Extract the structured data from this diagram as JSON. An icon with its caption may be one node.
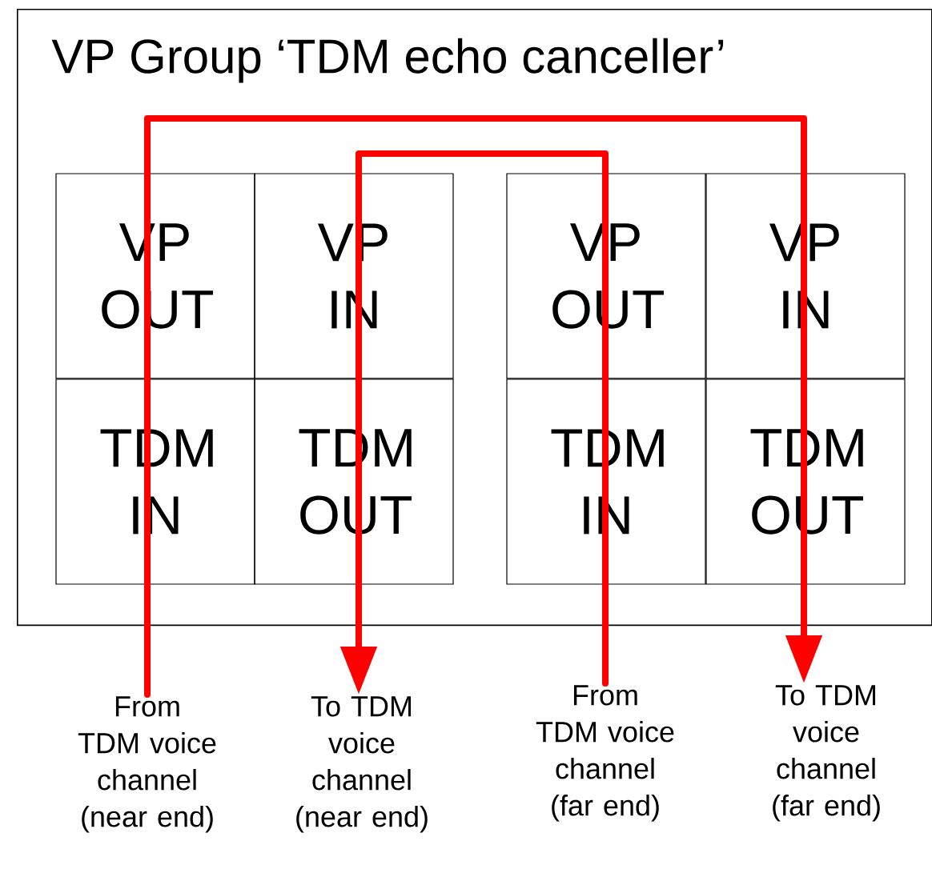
{
  "diagram": {
    "nodes": [
      {
        "text": [
          "VP Group ‘TDM echo canceller’"
        ]
      },
      {
        "text": [
          "VP OUT"
        ],
        "in": 0
      },
      {
        "text": [
          "VP IN"
        ],
        "in": 0
      },
      {
        "text": [
          "TDM IN"
        ],
        "in": 0
      },
      {
        "text": [
          "TDM OUT"
        ],
        "in": 0
      },
      {
        "text": [
          "VP OUT"
        ],
        "in": 0
      },
      {
        "text": [
          "VP IN"
        ],
        "in": 0
      },
      {
        "text": [
          "TDM IN"
        ],
        "in": 0
      },
      {
        "text": [
          "TDM OUT"
        ],
        "in": 0
      },
      {
        "text": [
          "From TDM voice channel (near end)"
        ]
      },
      {
        "text": [
          "To TDM voice channel (near end)"
        ]
      },
      {
        "text": [
          "From TDM voice channel (far end)"
        ]
      },
      {
        "text": [
          "To TDM voice channel (far end)"
        ]
      }
    ],
    "edges": [
      {
        "from": 9,
        "to": 3,
        "arrow": "none"
      },
      {
        "from": 3,
        "to": 1,
        "arrow": "none"
      },
      {
        "from": 1,
        "to": 6,
        "arrow": "none"
      },
      {
        "from": 6,
        "to": 8,
        "arrow": "none"
      },
      {
        "from": 8,
        "to": 12,
        "arrow": "to"
      },
      {
        "from": 11,
        "to": 7,
        "arrow": "none"
      },
      {
        "from": 7,
        "to": 5,
        "arrow": "none"
      },
      {
        "from": 5,
        "to": 2,
        "arrow": "none"
      },
      {
        "from": 2,
        "to": 4,
        "arrow": "none"
      },
      {
        "from": 4,
        "to": 10,
        "arrow": "to"
      }
    ]
  }
}
